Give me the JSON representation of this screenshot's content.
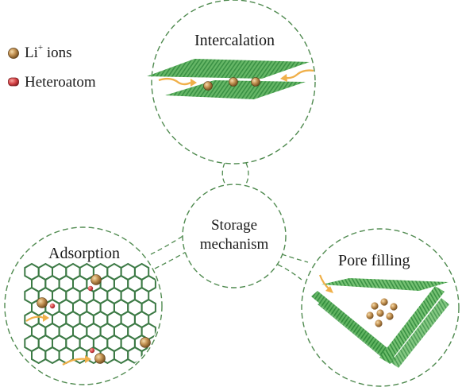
{
  "legend": {
    "items": [
      {
        "label": "Li",
        "sup": "+",
        "suffix": " ions",
        "color": "#b9884a",
        "icon": "li-ion-icon"
      },
      {
        "label": "Heteroatom",
        "color": "#d9464a",
        "icon": "heteroatom-icon"
      }
    ]
  },
  "center": {
    "line1": "Storage",
    "line2": "mechanism"
  },
  "nodes": {
    "intercalation": {
      "title": "Intercalation"
    },
    "adsorption": {
      "title": "Adsorption"
    },
    "pore_filling": {
      "title": "Pore filling"
    }
  },
  "colors": {
    "sheet": "#3f9e47",
    "sheet_light": "#8ccf88",
    "hexagon": "#3c7a45",
    "circle_border": "#4f8a4f",
    "arrow": "#f0b04a",
    "li": "#b9884a",
    "heteroatom": "#d9464a"
  }
}
